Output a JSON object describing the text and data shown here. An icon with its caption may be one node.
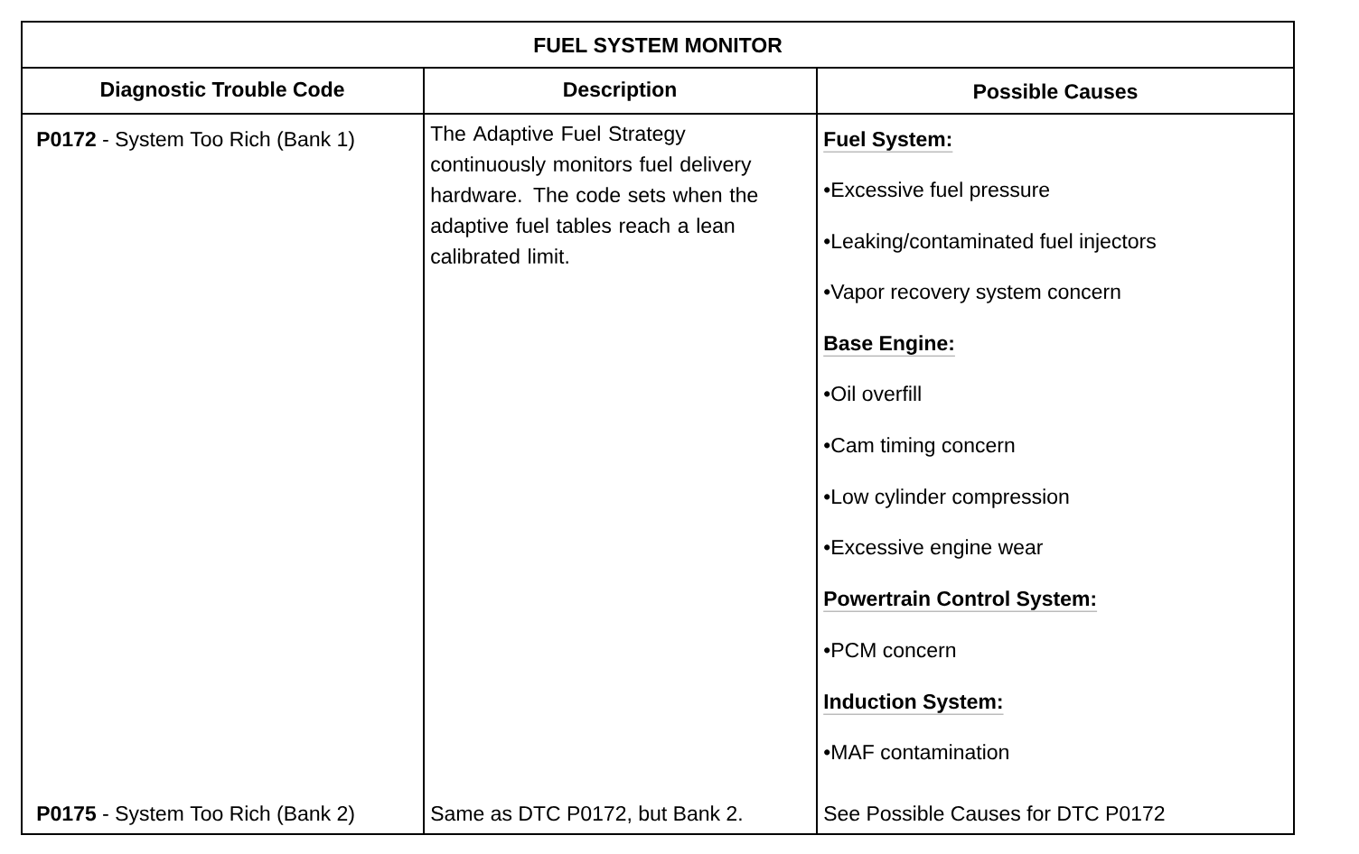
{
  "diagram": {
    "title": "FUEL SYSTEM MONITOR",
    "labels": [
      "Diagnostic Trouble Code",
      "Description",
      "Possible Causes",
      "**P0172** - System Too Rich (Bank 1)",
      "The Adaptive Fuel Strategy continuously monitors fuel delivery hardware. The code sets when the adaptive fuel tables reach a lean calibrated limit.",
      "Fuel System:",
      "•Excessive fuel pressure",
      "•Leaking/contaminated fuel injectors",
      "•Vapor recovery system concern",
      "Base Engine:",
      "•Oil overfill",
      "•Cam timing concern",
      "•Low cylinder compression",
      "•Excessive engine wear",
      "Powertrain Control System:",
      "•PCM concern",
      "Induction System:",
      "•MAF contamination",
      "**P0175** - System Too Rich (Bank 2)",
      "Same as DTC P0172, but Bank 2.",
      "See Possible Causes for DTC P0172"
    ]
  }
}
